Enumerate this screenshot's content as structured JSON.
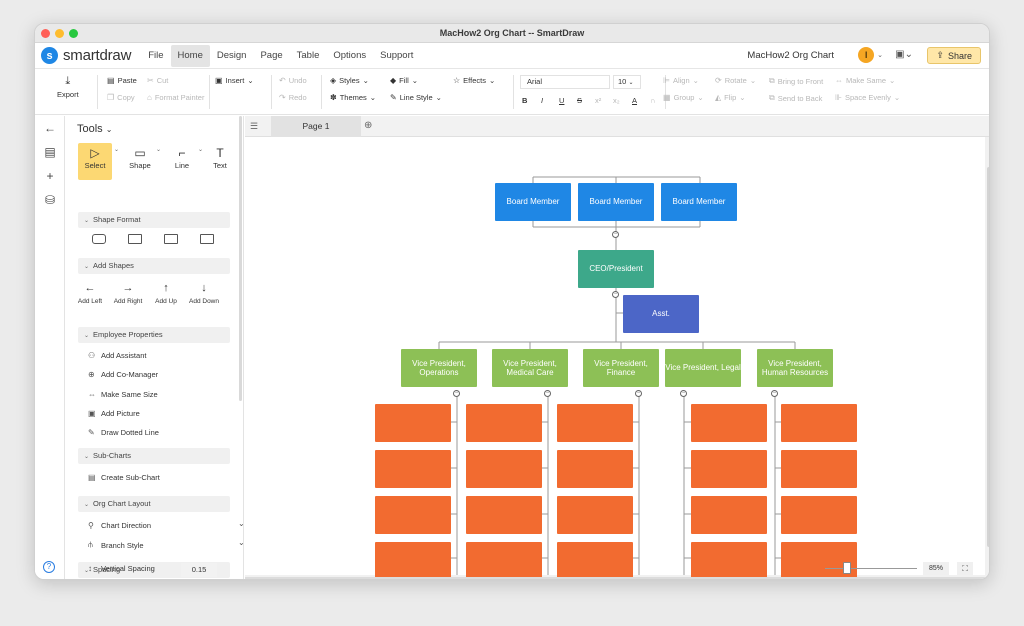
{
  "window": {
    "title": "MacHow2 Org Chart -- SmartDraw"
  },
  "app": {
    "logo_letter": "s",
    "name": "smartdraw"
  },
  "menu": [
    "File",
    "Home",
    "Design",
    "Page",
    "Table",
    "Options",
    "Support"
  ],
  "menu_active": "Home",
  "header": {
    "doc_name": "MacHow2 Org Chart",
    "avatar_letter": "I",
    "share_label": "Share"
  },
  "ribbon": {
    "export": "Export",
    "paste": "Paste",
    "cut": "Cut",
    "copy": "Copy",
    "format_painter": "Format Painter",
    "insert": "Insert",
    "undo": "Undo",
    "redo": "Redo",
    "styles": "Styles",
    "themes": "Themes",
    "fill": "Fill",
    "line_style": "Line Style",
    "effects": "Effects",
    "font": "Arial",
    "font_size": "10",
    "format_marks": [
      "B",
      "I",
      "U",
      "S",
      "x²",
      "x₂",
      "A",
      "∩"
    ],
    "align": "Align",
    "group": "Group",
    "rotate": "Rotate",
    "flip": "Flip",
    "bring_front": "Bring to Front",
    "send_back": "Send to Back",
    "make_same": "Make Same",
    "space_evenly": "Space Evenly"
  },
  "panel": {
    "title": "Tools",
    "tools": [
      {
        "label": "Select",
        "icon": "▷"
      },
      {
        "label": "Shape",
        "icon": "▭"
      },
      {
        "label": "Line",
        "icon": "⌐"
      },
      {
        "label": "Text",
        "icon": "T"
      }
    ],
    "sections": {
      "shape_format": "Shape Format",
      "add_shapes": "Add Shapes",
      "employee": "Employee Properties",
      "subcharts": "Sub-Charts",
      "layout": "Org Chart Layout",
      "spacing": "Spacing"
    },
    "add_shapes": [
      {
        "label": "Add Left",
        "icon": "←"
      },
      {
        "label": "Add Right",
        "icon": "→"
      },
      {
        "label": "Add Up",
        "icon": "↑"
      },
      {
        "label": "Add Down",
        "icon": "↓"
      }
    ],
    "employee_items": [
      "Add Assistant",
      "Add Co-Manager",
      "Make Same Size",
      "Add Picture",
      "Draw Dotted Line"
    ],
    "subchart_items": [
      "Create Sub-Chart"
    ],
    "layout_items": [
      "Chart Direction",
      "Branch Style"
    ],
    "spacing": {
      "label": "Vertical Spacing",
      "value": "0.15"
    }
  },
  "tabs": {
    "page": "Page 1"
  },
  "chart": {
    "board": [
      "Board Member",
      "Board Member",
      "Board Member"
    ],
    "ceo": "CEO/President",
    "assistant": "Asst.",
    "vps": [
      "Vice President, Operations",
      "Vice President, Medical Care",
      "Vice President, Finance",
      "Vice President, Legal",
      "Vice President, Human Resources"
    ]
  },
  "zoom": {
    "value": "85%",
    "level": 0.21
  },
  "colors": {
    "board": "#1f87e5",
    "ceo": "#3da88a",
    "assistant": "#4c66c7",
    "vp": "#8dc056",
    "staff": "#f26b30",
    "select_tool": "#fcd873"
  },
  "icons": {
    "back": "arrow-left-icon",
    "briefcase": "briefcase-icon",
    "plus": "plus-icon",
    "database": "database-icon",
    "help": "help-icon"
  }
}
